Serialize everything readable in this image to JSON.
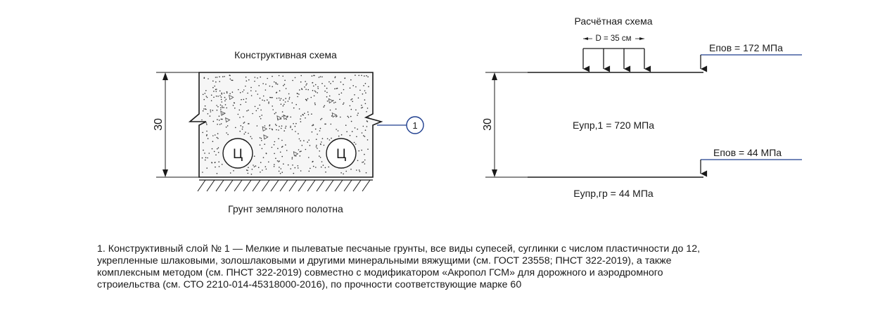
{
  "left_diagram": {
    "title": "Конструктивная схема",
    "bottom_label": "Грунт земляного полотна",
    "thickness": "30",
    "layer_marker": "1",
    "pipe_letter": "Ц",
    "pipe_count": 2
  },
  "right_diagram": {
    "title": "Расчётная схема",
    "load_label": "D = 35 см",
    "thickness": "30",
    "top_modulus": "Eпов = 172 МПа",
    "layer_modulus": "Eупр,1 = 720 МПа",
    "bottom_modulus": "Eпов = 44 МПа",
    "subgrade_modulus": "Eупр,гр = 44 МПа"
  },
  "colors": {
    "line": "#1a1a1a",
    "accent_blue": "#1f3f8f",
    "concrete_fill": "#f4f4f4"
  },
  "note": {
    "lines": [
      "1. Конструктивный слой № 1 — Мелкие и пылеватые песчаные грунты, все виды супесей, суглинки с числом пластичности до 12,",
      "укрепленные шлаковыми, золошлаковыми и другими минеральными вяжущими (см. ГОСТ 23558; ПНСТ 322-2019), а также",
      "комплексным методом (см. ПНСТ 322-2019) совместно с модификатором «Акропол ГСМ» для дорожного и аэродромного",
      "строиельства (см. СТО 2210-014-45318000-2016), по прочности соответствующие марке 60"
    ]
  }
}
